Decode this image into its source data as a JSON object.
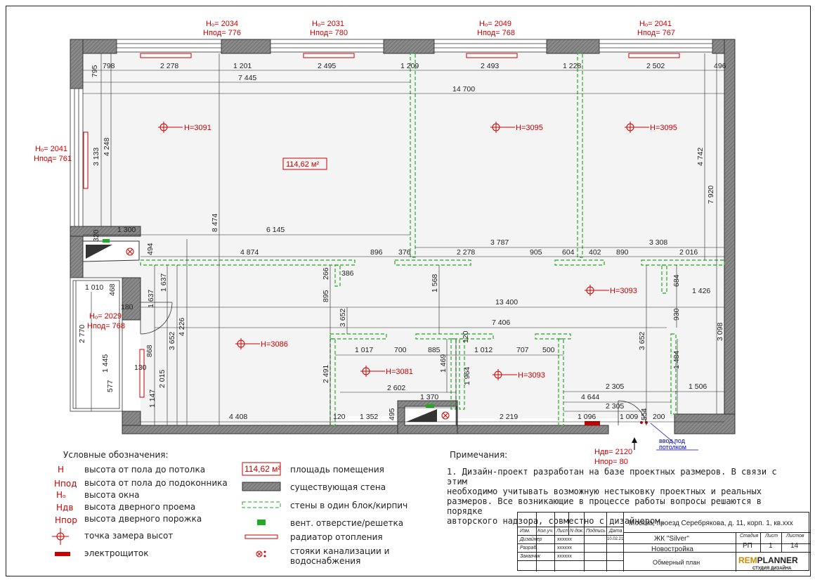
{
  "windows_top": [
    {
      "h_o": "Hₒ= 2034",
      "h_pod": "Hпод= 776"
    },
    {
      "h_o": "Hₒ= 2031",
      "h_pod": "Hпод= 780"
    },
    {
      "h_o": "Hₒ= 2049",
      "h_pod": "Hпод= 768"
    },
    {
      "h_o": "Hₒ= 2041",
      "h_pod": "Hпод= 767"
    }
  ],
  "window_left": {
    "h_o": "Hₒ= 2041",
    "h_pod": "Hпод= 761"
  },
  "window_balcony": {
    "h_o": "Hₒ= 2029",
    "h_pod": "Hпод= 768"
  },
  "door_entry": {
    "h_dv": "Hдв= 2120",
    "h_por": "Hпор= 80"
  },
  "entry_note": [
    "ввод под",
    "потолком"
  ],
  "area": "114,62 м²",
  "heights": [
    "H=3091",
    "H=3095",
    "H=3095",
    "H=3093",
    "H=3086",
    "H=3081",
    "H=3093"
  ],
  "dims": {
    "top_row": [
      "798",
      "2 278",
      "1 201",
      "2 495",
      "1 209",
      "2 493",
      "1 228",
      "2 502",
      "496"
    ],
    "d7445": "7 445",
    "d14700": "14 700",
    "d795": "795",
    "d3133": "3 133",
    "d4248": "4 248",
    "d8474": "8 474",
    "d7920": "7 920",
    "d4742": "4 742",
    "d320": "320",
    "d1300": "1 300",
    "d6145": "6 145",
    "d3787": "3 787",
    "d3308": "3 308",
    "row4": [
      "4 874",
      "896",
      "376",
      "2 278",
      "905",
      "604",
      "402",
      "890",
      "2 016"
    ],
    "d494": "494",
    "d266": "266",
    "d386": "386",
    "d895": "895",
    "d1568": "1 568",
    "d684": "684",
    "d1426": "1 426",
    "d1010": "1 010",
    "d468": "468",
    "d180": "180",
    "d1637a": "1 637",
    "d1637b": "1 637",
    "d13400": "13 400",
    "d930": "930",
    "d3652a": "3 652",
    "d7406": "7 406",
    "d3098": "3 098",
    "d2770": "2 770",
    "d868": "868",
    "d3652b": "3 652",
    "d4226": "4 226",
    "row_mid": [
      "1 017",
      "700",
      "885",
      "120",
      "1 012",
      "707",
      "500"
    ],
    "d130": "130",
    "d1445": "1 445",
    "d2015": "2 015",
    "d1469": "1 469",
    "d1964": "1 964",
    "d2491": "2 491",
    "d3652c": "3 652",
    "d1484": "1 484",
    "d577": "577",
    "d1147": "1 147",
    "d2602": "2 602",
    "d2305a": "2 305",
    "d1506": "1 506",
    "d1370": "1 370",
    "d4644": "4 644",
    "d2305b": "2 305",
    "d4408": "4 408",
    "d120": "120",
    "d1352": "1 352",
    "d495": "495",
    "d2219": "2 219",
    "d1096": "1 096",
    "d1009": "1 009",
    "d554": "554",
    "d200": "200"
  },
  "legend": {
    "title": "Условные обозначения:",
    "items": [
      {
        "sym": "H",
        "text": "высота от пола до потолка"
      },
      {
        "sym": "Hпод",
        "text": "высота от пола до подоконника"
      },
      {
        "sym": "Hₒ",
        "text": "высота окна"
      },
      {
        "sym": "Hдв",
        "text": "высота дверного проема"
      },
      {
        "sym": "Hпор",
        "text": "высота дверного порожка"
      },
      {
        "sym": "",
        "text": "точка замера высот"
      },
      {
        "sym": "",
        "text": "электрощиток"
      }
    ],
    "items2": [
      {
        "sym": "114,62 м²",
        "text": "площадь помещения"
      },
      {
        "sym": "",
        "text": "существующая стена"
      },
      {
        "sym": "",
        "text": "стены в один блок/кирпич"
      },
      {
        "sym": "",
        "text": "вент. отверстие/решетка"
      },
      {
        "sym": "",
        "text": "радиатор отопления"
      },
      {
        "sym": "",
        "text": "стояки канализации и водоснабжения"
      }
    ]
  },
  "notes": {
    "title": "Примечания:",
    "lines": [
      "1. Дизайн-проект разработан на базе проектных размеров. В связи с этим",
      "необходимо учитывать возможную нестыковку проектных и реальных",
      "размеров. Все возникающие в процессе работы вопросы решаются в порядке",
      "авторского надзора, совместно с дизайнером."
    ]
  },
  "stamp": {
    "header": [
      "Изм.",
      "Кол.уч.",
      "Лист",
      "N док.",
      "Подпись",
      "Дата"
    ],
    "roles": [
      {
        "role": "Дизайнер",
        "name": "xxxxxx",
        "date": "10.02.21"
      },
      {
        "role": "Разраб.",
        "name": "xxxxxx",
        "date": ""
      },
      {
        "role": "Заказчик",
        "name": "xxxxxx",
        "date": ""
      }
    ],
    "address": "Москва, проезд Серебрякова, д. 11, корп. 1, кв.xxx",
    "complex": "ЖК \"Silver\"",
    "type": "Новостройка",
    "sheet_title": "Обмерный план",
    "stage_h": "Стадия",
    "sheet_h": "Лист",
    "sheets_h": "Листов",
    "stage": "РП",
    "sheet": "1",
    "sheets": "14",
    "logo_a": "REM",
    "logo_b": "PLANNER",
    "logo_sub": "СТУДИЯ ДИЗАЙНА"
  },
  "colors": {
    "wall": "#7a7a7a",
    "red": "#cc0000",
    "green": "#22aa22",
    "blue": "#0000cc"
  }
}
